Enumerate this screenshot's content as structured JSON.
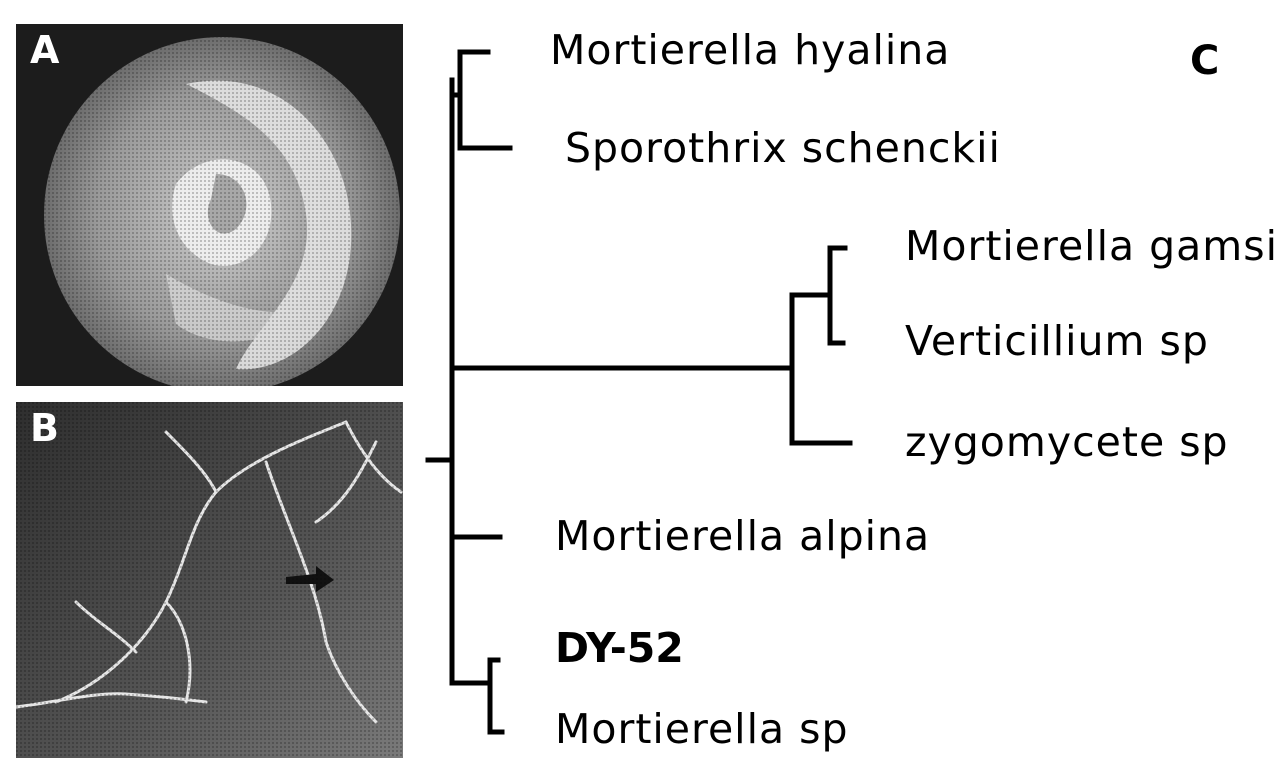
{
  "panels": {
    "a": {
      "letter": "A"
    },
    "b": {
      "letter": "B"
    },
    "c": {
      "letter": "C"
    }
  },
  "tree": {
    "taxa": [
      {
        "id": "hyalina",
        "label": "Mortierella hyalina"
      },
      {
        "id": "schenckii",
        "label": "Sporothrix schenckii"
      },
      {
        "id": "gamsii",
        "label": "Mortierella gamsii"
      },
      {
        "id": "verticillium",
        "label": "Verticillium sp"
      },
      {
        "id": "zygomycete",
        "label": "zygomycete sp"
      },
      {
        "id": "alpina",
        "label": "Mortierella alpina"
      },
      {
        "id": "dy52",
        "label": "DY-52"
      },
      {
        "id": "mortierella-sp",
        "label": "Mortierella sp"
      }
    ]
  }
}
